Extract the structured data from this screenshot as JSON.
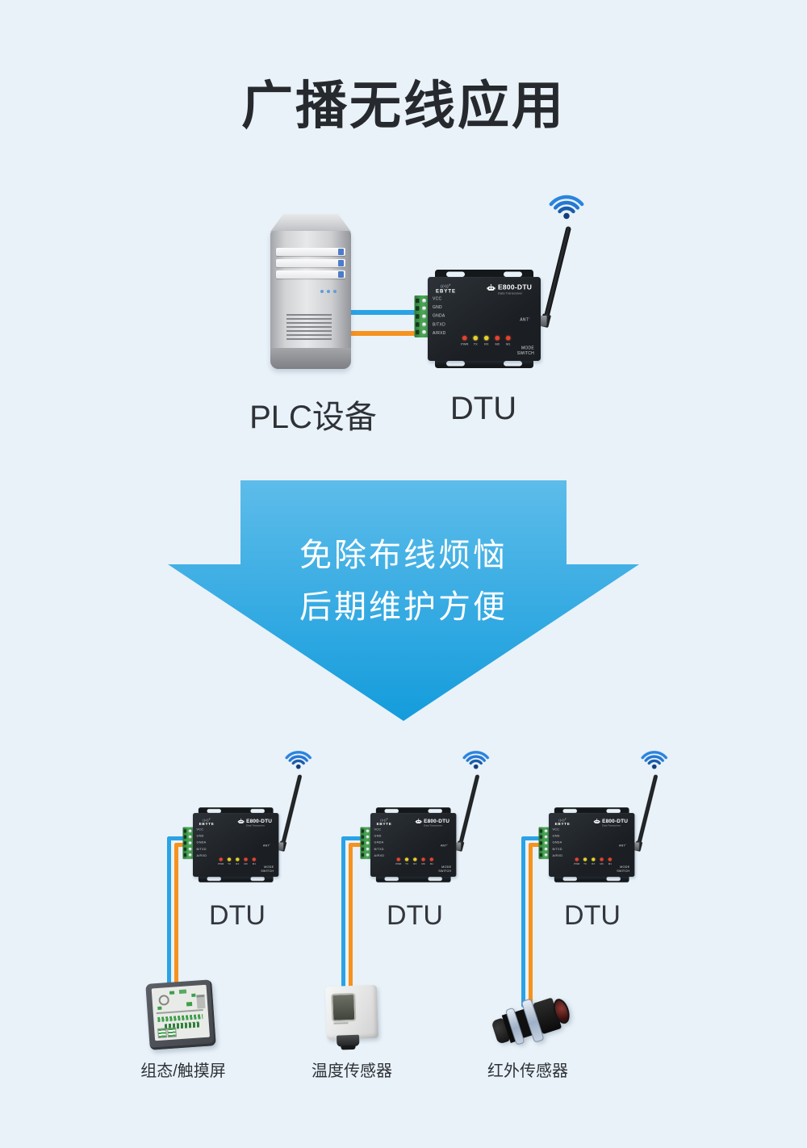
{
  "title": "广播无线应用",
  "top_section": {
    "plc_label": "PLC设备",
    "dtu_label": "DTU"
  },
  "arrow": {
    "line1": "免除布线烦恼",
    "line2": "后期维护方便",
    "color_top": "#5dbcea",
    "color_bottom": "#149cdc"
  },
  "dtu_device": {
    "brand_mark": "((•))",
    "reg_mark": "®",
    "brand": "EBYTE",
    "model": "E800-DTU",
    "subtitle": "Data Transceiver",
    "terminals": [
      "VCC",
      "GND",
      "GNDA",
      "B/TXD",
      "A/RXD"
    ],
    "leds": [
      {
        "label": "PWR",
        "color": "#e4432f"
      },
      {
        "label": "TX",
        "color": "#e7d02c"
      },
      {
        "label": "RX",
        "color": "#e7d02c"
      },
      {
        "label": "M0",
        "color": "#e4432f"
      },
      {
        "label": "M1",
        "color": "#e4432f"
      }
    ],
    "ant_label": "ANT",
    "mode_line1": "MODE",
    "mode_line2": "SWITCH"
  },
  "bottom_groups": [
    {
      "dtu_label": "DTU",
      "device_label": "组态/触摸屏"
    },
    {
      "dtu_label": "DTU",
      "device_label": "温度传感器"
    },
    {
      "dtu_label": "DTU",
      "device_label": "红外传感器"
    }
  ],
  "colors": {
    "background": "#e9f2f9",
    "wifi_blue": "#2680db",
    "wire_blue": "#2aa2e6",
    "wire_orange": "#f6921e",
    "terminal_green": "#43a14e",
    "device_black": "#22262b",
    "title_text": "#26292e"
  }
}
